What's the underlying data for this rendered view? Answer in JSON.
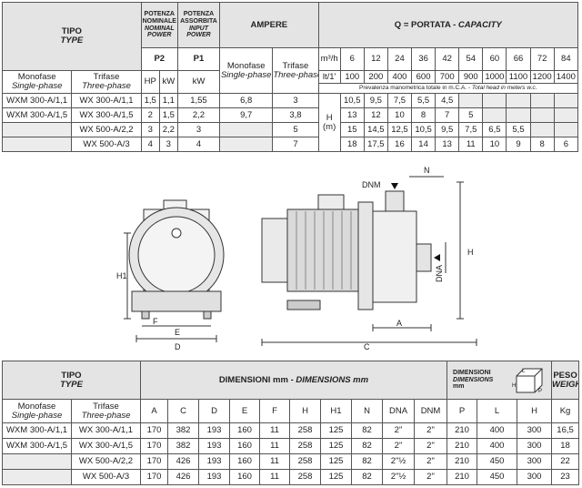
{
  "top": {
    "tipo": "TIPO",
    "type": "TYPE",
    "pot_nom": [
      "POTENZA",
      "NOMINALE",
      "NOMINAL",
      "POWER"
    ],
    "pot_ass": [
      "POTENZA",
      "ASSORBITA",
      "INPUT",
      "POWER"
    ],
    "ampere": "AMPERE",
    "q": "Q = PORTATA - ",
    "capacity": "CAPACITY",
    "p2": "P2",
    "p1": "P1",
    "monofase": "Monofase",
    "single": "Single-phase",
    "trifase": "Trifase",
    "three": "Three-phase",
    "hp": "HP",
    "kw": "kW",
    "kw2": "kW",
    "amp_mono": "Monofase",
    "amp_single": "Single-phase",
    "amp_tri": "Trifase",
    "amp_three": "Three-phase",
    "m3h": "m³/h",
    "ltmin": "lt/1'",
    "flow_m3h": [
      "6",
      "12",
      "24",
      "36",
      "42",
      "54",
      "60",
      "66",
      "72",
      "84"
    ],
    "flow_lt": [
      "100",
      "200",
      "400",
      "600",
      "700",
      "900",
      "1000",
      "1100",
      "1200",
      "1400"
    ],
    "prev": "Prevalenza manometrica totale in m.C.A. - ",
    "prev_en": "Total head in meters w.c.",
    "h": "H",
    "hm": "(m)",
    "rows": [
      {
        "mono": "WXM 300-A/1,1",
        "tri": "WX 300-A/1,1",
        "hp": "1,5",
        "kw": "1,1",
        "p1": "1,55",
        "am": "6,8",
        "at": "3",
        "heads": [
          "10,5",
          "9,5",
          "7,5",
          "5,5",
          "4,5",
          "",
          "",
          "",
          "",
          ""
        ]
      },
      {
        "mono": "WXM 300-A/1,5",
        "tri": "WX 300-A/1,5",
        "hp": "2",
        "kw": "1,5",
        "p1": "2,2",
        "am": "9,7",
        "at": "3,8",
        "heads": [
          "13",
          "12",
          "10",
          "8",
          "7",
          "5",
          "",
          "",
          "",
          ""
        ]
      },
      {
        "mono": "",
        "tri": "WX 500-A/2,2",
        "hp": "3",
        "kw": "2,2",
        "p1": "3",
        "am": "",
        "at": "5",
        "heads": [
          "15",
          "14,5",
          "12,5",
          "10,5",
          "9,5",
          "7,5",
          "6,5",
          "5,5",
          "",
          ""
        ]
      },
      {
        "mono": "",
        "tri": "WX 500-A/3",
        "hp": "4",
        "kw": "3",
        "p1": "4",
        "am": "",
        "at": "7",
        "heads": [
          "18",
          "17,5",
          "16",
          "14",
          "13",
          "11",
          "10",
          "9",
          "8",
          "6"
        ]
      }
    ]
  },
  "diagram": {
    "h1": "H1",
    "f": "F",
    "e": "E",
    "d": "D",
    "c": "C",
    "a": "A",
    "dnm": "DNM",
    "n": "N",
    "dna": "DNA",
    "h": "H"
  },
  "bottom": {
    "tipo": "TIPO",
    "type": "TYPE",
    "dim": "DIMENSIONI mm - ",
    "dim_en": "DIMENSIONS mm",
    "box": [
      "DIMENSIONI",
      "DIMENSIONS",
      "mm"
    ],
    "peso": "PESO",
    "weight": "WEIGHT",
    "monofase": "Monofase",
    "single": "Single-phase",
    "trifase": "Trifase",
    "three": "Three-phase",
    "cols": [
      "A",
      "C",
      "D",
      "E",
      "F",
      "H",
      "H1",
      "N",
      "DNA",
      "DNM",
      "P",
      "L",
      "H",
      "Kg"
    ],
    "box_labels": {
      "l": "L",
      "h": "H",
      "p": "P"
    },
    "rows": [
      {
        "mono": "WXM 300-A/1,1",
        "tri": "WX 300-A/1,1",
        "v": [
          "170",
          "382",
          "193",
          "160",
          "11",
          "258",
          "125",
          "82",
          "2\"",
          "2\"",
          "210",
          "400",
          "300",
          "16,5"
        ]
      },
      {
        "mono": "WXM 300-A/1,5",
        "tri": "WX 300-A/1,5",
        "v": [
          "170",
          "382",
          "193",
          "160",
          "11",
          "258",
          "125",
          "82",
          "2\"",
          "2\"",
          "210",
          "400",
          "300",
          "18"
        ]
      },
      {
        "mono": "",
        "tri": "WX 500-A/2,2",
        "v": [
          "170",
          "426",
          "193",
          "160",
          "11",
          "258",
          "125",
          "82",
          "2\"½",
          "2\"",
          "210",
          "450",
          "300",
          "22"
        ]
      },
      {
        "mono": "",
        "tri": "WX 500-A/3",
        "v": [
          "170",
          "426",
          "193",
          "160",
          "11",
          "258",
          "125",
          "82",
          "2\"½",
          "2\"",
          "210",
          "450",
          "300",
          "23"
        ]
      }
    ]
  }
}
